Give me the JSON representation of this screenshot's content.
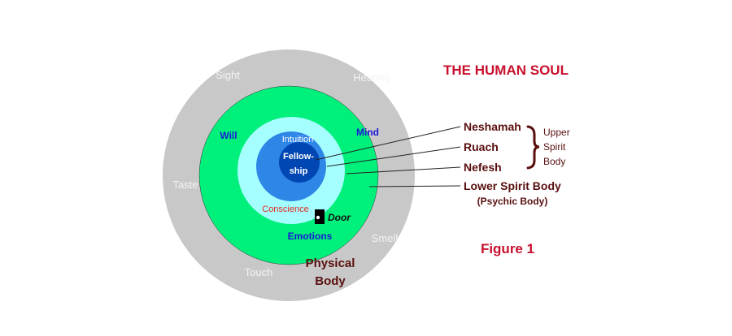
{
  "title": "THE HUMAN SOUL",
  "figure_label": "Figure 1",
  "rings": {
    "physical": {
      "label_line1": "Physical",
      "label_line2": "Body",
      "color": "#c8c8c8"
    },
    "lower": {
      "color": "#00f07c"
    },
    "ruach": {
      "color": "#a6ffff"
    },
    "nefesh": {
      "color": "#2e86e6"
    },
    "core": {
      "label_line1": "Fellow-",
      "label_line2": "ship",
      "color": "#0047b3"
    }
  },
  "senses": {
    "sight": "Sight",
    "hearing": "Hearing",
    "taste": "Taste",
    "smell": "Smell",
    "touch": "Touch"
  },
  "faculties": {
    "will": "Will",
    "mind": "Mind",
    "emotions": "Emotions",
    "intuition": "Intuition",
    "conscience": "Conscience",
    "door": "Door"
  },
  "callouts": {
    "neshamah": "Neshamah",
    "ruach": "Ruach",
    "nefesh": "Nefesh",
    "lower_spirit_body": "Lower Spirit Body",
    "psychic_body": "(Psychic Body)"
  },
  "upper_spirit_body": {
    "line1": "Upper",
    "line2": "Spirit",
    "line3": "Body"
  },
  "colors": {
    "title": "#c8102e",
    "callout_text": "#5a0f0f",
    "blue_text": "#1a1ad6",
    "conscience": "#e0261a",
    "sense_text": "#f4f4f4"
  }
}
